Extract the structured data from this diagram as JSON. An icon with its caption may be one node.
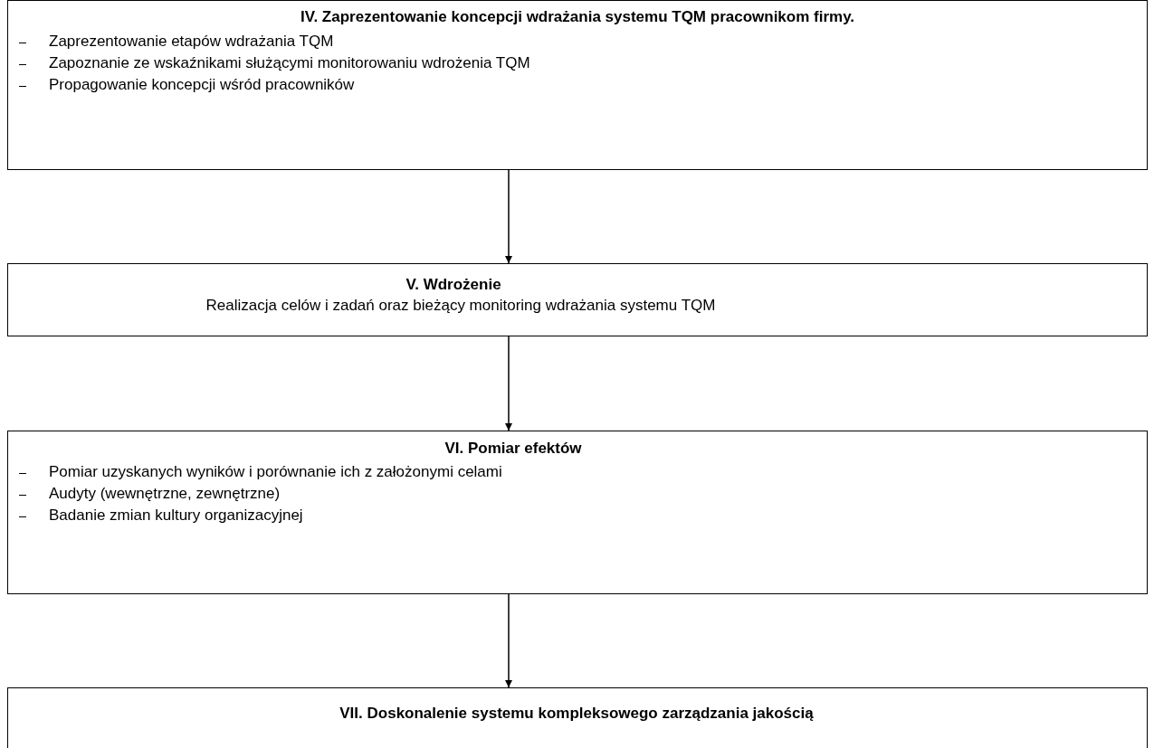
{
  "diagram": {
    "nodes": [
      {
        "text": [
          "IV.  Zaprezentowanie koncepcji wdrażania systemu TQM pracownikom firmy.",
          "Zaprezentowanie etapów wdrażania TQM",
          "Zapoznanie ze wskaźnikami służącymi monitorowaniu wdrożenia TQM",
          "Propagowanie koncepcji wśród pracowników"
        ]
      },
      {
        "text": [
          "V. Wdrożenie",
          "Realizacja celów i zadań oraz bieżący monitoring wdrażania systemu TQM"
        ]
      },
      {
        "text": [
          "VI. Pomiar efektów",
          "Pomiar uzyskanych wyników i porównanie ich z założonymi celami",
          "Audyty (wewnętrzne, zewnętrzne)",
          "Badanie zmian kultury organizacyjnej"
        ]
      },
      {
        "text": [
          "VII. Doskonalenie systemu kompleksowego zarządzania jakością"
        ]
      }
    ],
    "edges": [
      {
        "from": 0,
        "to": 1,
        "arrow": "to"
      },
      {
        "from": 1,
        "to": 2,
        "arrow": "to"
      },
      {
        "from": 2,
        "to": 3,
        "arrow": "to"
      }
    ]
  }
}
